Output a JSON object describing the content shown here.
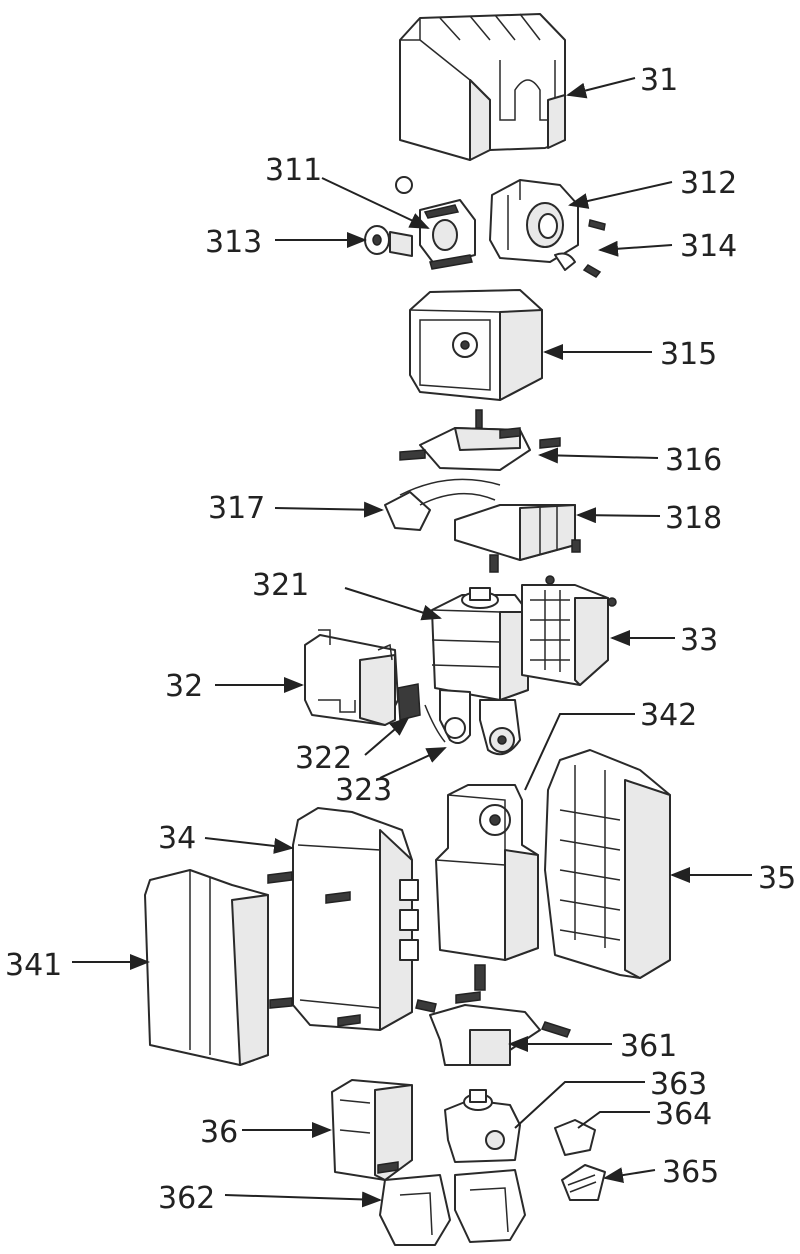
{
  "labels": {
    "l31": "31",
    "l311": "311",
    "l312": "312",
    "l313": "313",
    "l314": "314",
    "l315": "315",
    "l316": "316",
    "l317": "317",
    "l318": "318",
    "l321": "321",
    "l33": "33",
    "l32": "32",
    "l342": "342",
    "l322": "322",
    "l323": "323",
    "l34": "34",
    "l35": "35",
    "l341": "341",
    "l361": "361",
    "l363": "363",
    "l364": "364",
    "l36": "36",
    "l365": "365",
    "l362": "362"
  }
}
